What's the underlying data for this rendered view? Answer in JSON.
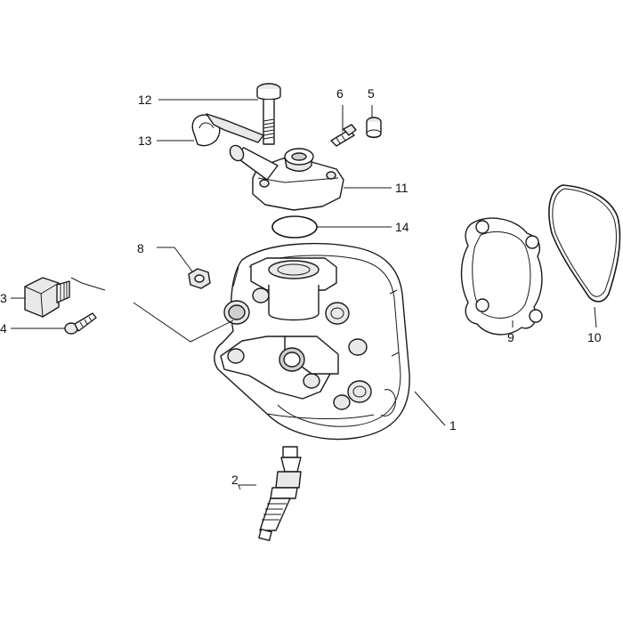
{
  "callouts": [
    {
      "id": "1",
      "label": "1"
    },
    {
      "id": "2",
      "label": "2"
    },
    {
      "id": "3",
      "label": "3"
    },
    {
      "id": "4",
      "label": "4"
    },
    {
      "id": "5",
      "label": "5"
    },
    {
      "id": "6",
      "label": "6"
    },
    {
      "id": "8",
      "label": "8"
    },
    {
      "id": "9",
      "label": "9"
    },
    {
      "id": "10",
      "label": "10"
    },
    {
      "id": "11",
      "label": "11"
    },
    {
      "id": "12",
      "label": "12"
    },
    {
      "id": "13",
      "label": "13"
    },
    {
      "id": "14",
      "label": "14"
    }
  ]
}
